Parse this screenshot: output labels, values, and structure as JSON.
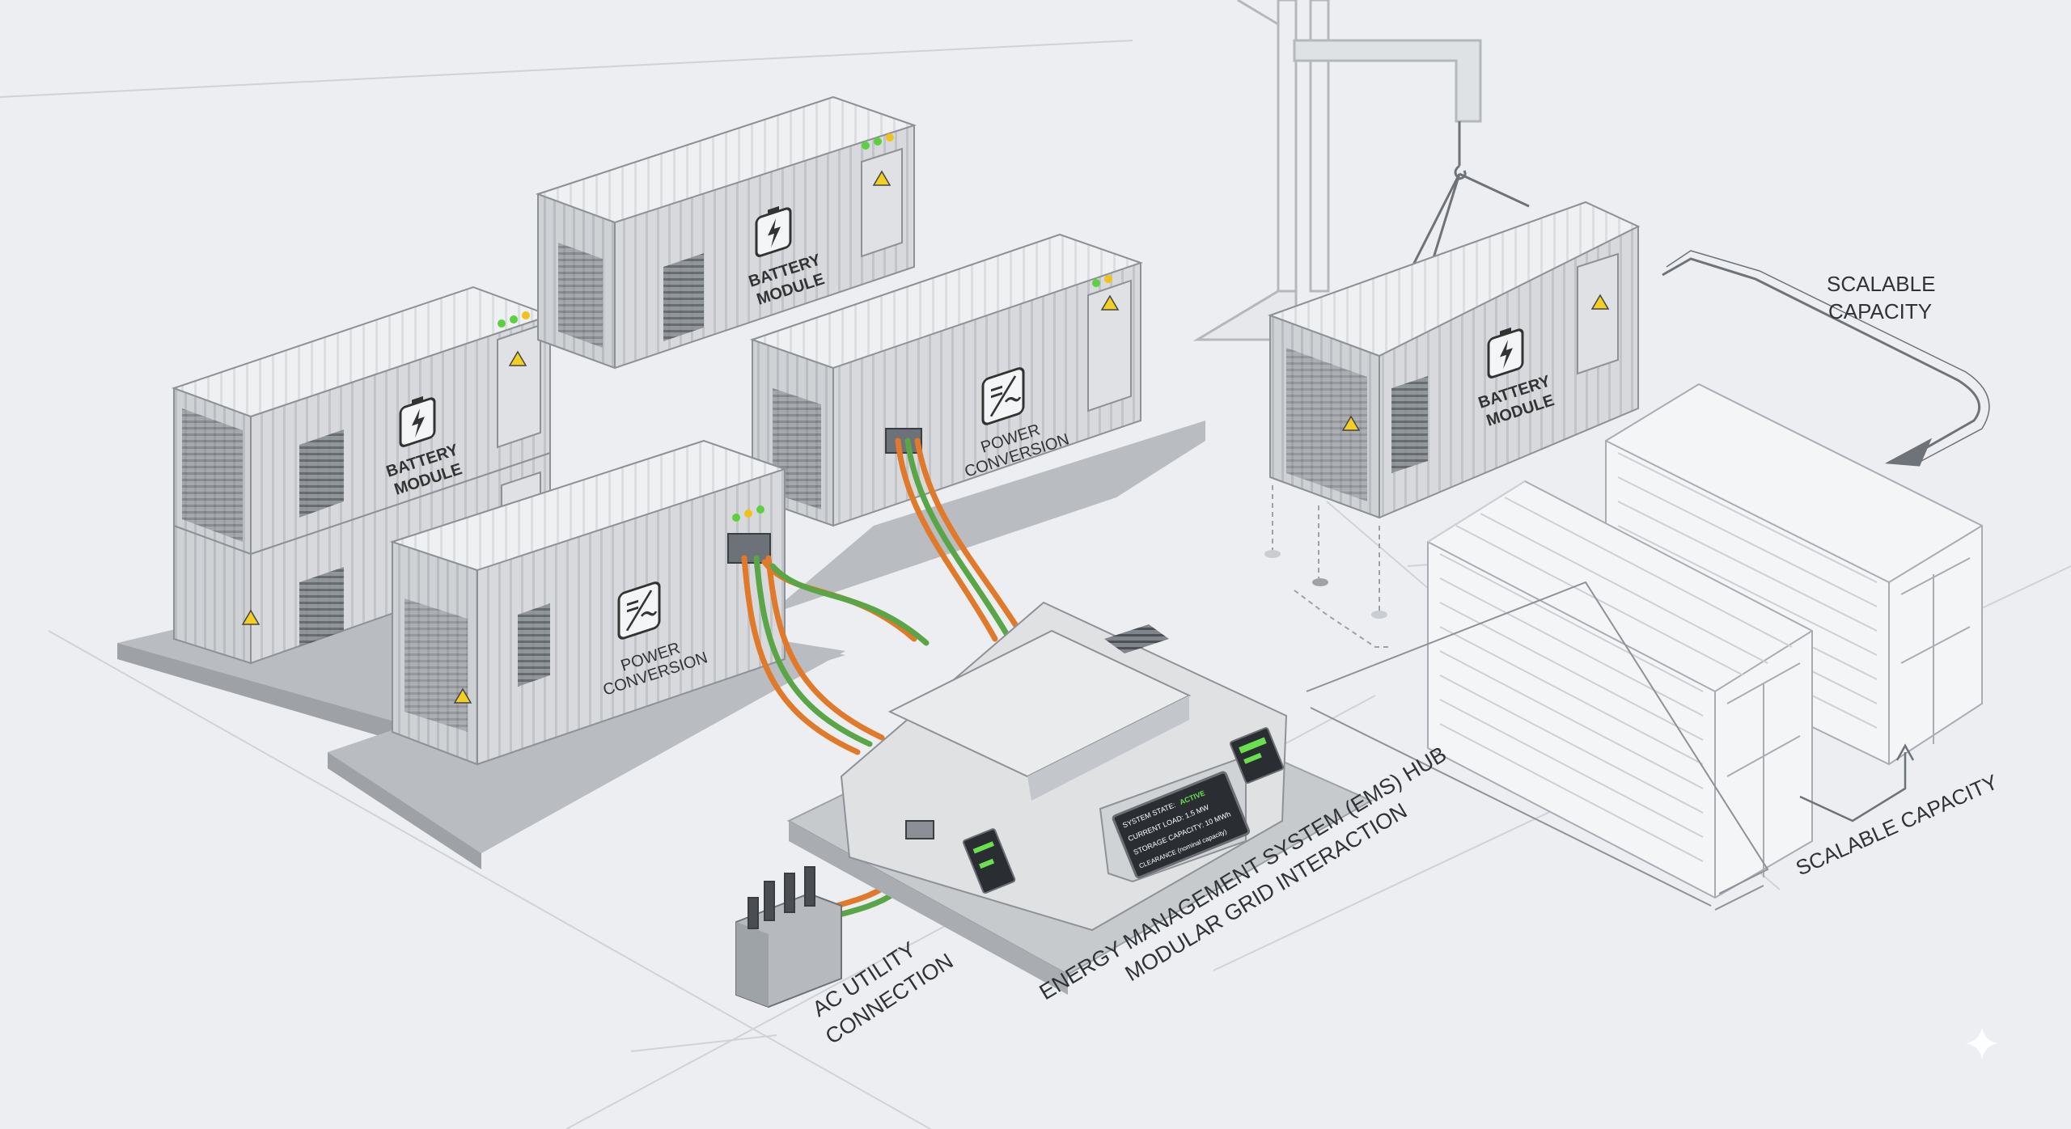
{
  "labels": {
    "battery_module_line1": "BATTERY",
    "battery_module_line2": "MODULE",
    "power_conversion_line1": "POWER",
    "power_conversion_line2": "CONVERSION",
    "scalable_capacity_top_line1": "SCALABLE",
    "scalable_capacity_top_line2": "CAPACITY",
    "scalable_capacity_bottom": "SCALABLE CAPACITY",
    "ems_line1": "ENERGY MANAGEMENT SYSTEM (EMS) HUB",
    "ems_line2": "MODULAR GRID INTERACTION",
    "ac_line1": "AC UTILITY",
    "ac_line2": "CONNECTION"
  },
  "ems_display": {
    "line1_label": "SYSTEM STATE:",
    "line1_value": "ACTIVE",
    "line2": "CURRENT LOAD: 1.5 MW",
    "line3": "STORAGE CAPACITY: 10 MWh",
    "line4": "CLEARANCE (nominal capacity)"
  },
  "colors": {
    "background": "#eceef1",
    "container_body": "#d9dbde",
    "container_roof": "#eef0f2",
    "container_side": "#c3c6ca",
    "cable_orange": "#e07a2a",
    "cable_green": "#5aa545",
    "status_led_green": "#5dd03f",
    "status_led_yellow": "#f2c21a",
    "warning_yellow": "#f3cf24",
    "ghost_outline": "#a9adb3",
    "screen_dark": "#2a2e33",
    "screen_green": "#6be04f"
  },
  "icons": [
    "battery-icon",
    "power-conversion-icon",
    "warning-icon",
    "sparkle-icon",
    "crane-hook-icon"
  ]
}
